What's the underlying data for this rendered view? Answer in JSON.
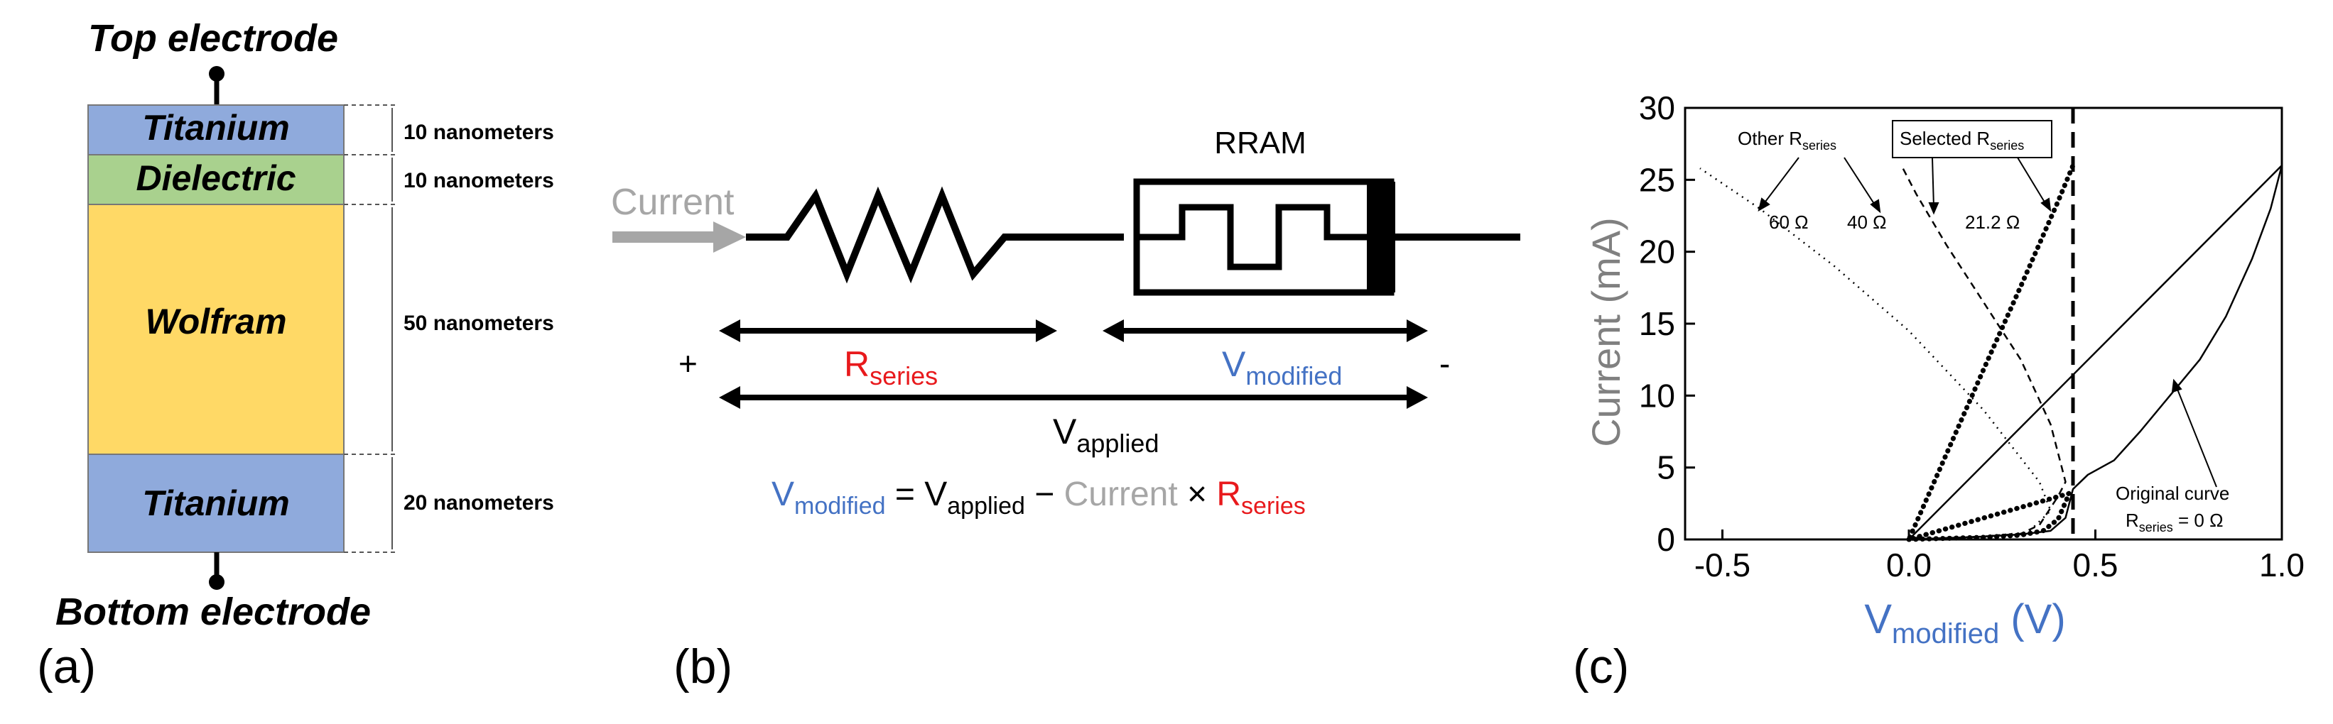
{
  "panel_a": {
    "top_label": "Top electrode",
    "bottom_label": "Bottom electrode",
    "panel_label": "(a)",
    "layers": [
      {
        "name": "Titanium",
        "thickness": "10 nanometers",
        "color": "#8faadc"
      },
      {
        "name": "Dielectric",
        "thickness": "10 nanometers",
        "color": "#a9d18e"
      },
      {
        "name": "Wolfram",
        "thickness": "50 nanometers",
        "color": "#ffd966"
      },
      {
        "name": "Titanium",
        "thickness": "20 nanometers",
        "color": "#8faadc"
      }
    ]
  },
  "panel_b": {
    "panel_label": "(b)",
    "current_label": "Current",
    "rram_label": "RRAM",
    "plus": "+",
    "minus": "-",
    "r_main": "R",
    "r_sub": "series",
    "vmod_main": "V",
    "vmod_sub": "modified",
    "vapp_main": "V",
    "vapp_sub": "applied",
    "eq": {
      "t1_main": "V",
      "t1_sub": "modified",
      "equals": " = ",
      "t2_main": "V",
      "t2_sub": "applied",
      "minus": " − ",
      "t3": "Current",
      "times": " × ",
      "t4_main": "R",
      "t4_sub": "series"
    },
    "colors": {
      "red": "#e8191c",
      "blue": "#4472c4",
      "gray": "#a6a6a6"
    }
  },
  "panel_c": {
    "panel_label": "(c)",
    "ylabel": "Current (mA)",
    "xlabel_main": "V",
    "xlabel_sub": "modified",
    "xlabel_unit": " (V)",
    "annotations": {
      "other_main": "Other R",
      "other_sub": "series",
      "selected_main": "Selected R",
      "selected_sub": "series",
      "r60": "60 Ω",
      "r40": "40 Ω",
      "r21": "21.2 Ω",
      "orig1": "Original curve",
      "orig2_main": "R",
      "orig2_sub": "series",
      "orig2_rest": " = 0 Ω"
    }
  },
  "chart_data": {
    "type": "line",
    "xlabel": "Vmodified (V)",
    "ylabel": "Current (mA)",
    "xlim": [
      -0.6,
      1.0
    ],
    "ylim": [
      0,
      30
    ],
    "xticks": [
      -0.5,
      0.0,
      0.5,
      1.0
    ],
    "xtick_labels": [
      "-0.5",
      "0.0",
      "0.5",
      "1.0"
    ],
    "yticks": [
      0,
      5,
      10,
      15,
      20,
      25,
      30
    ],
    "vline_x": 0.44,
    "series": [
      {
        "name": "Original curve Rseries = 0 Ω",
        "style": "solid",
        "points": [
          [
            0.0,
            0
          ],
          [
            0.2,
            0.2
          ],
          [
            0.3,
            0.35
          ],
          [
            0.38,
            0.6
          ],
          [
            0.42,
            1.5
          ],
          [
            0.44,
            3.5
          ],
          [
            0.48,
            4.5
          ],
          [
            0.55,
            5.5
          ],
          [
            0.62,
            7.5
          ],
          [
            0.7,
            10
          ],
          [
            0.78,
            12.5
          ],
          [
            0.85,
            15.5
          ],
          [
            0.92,
            19.5
          ],
          [
            0.97,
            23
          ],
          [
            1.0,
            26
          ]
        ]
      },
      {
        "name": "",
        "style": "solid",
        "points": [
          [
            0.0,
            0
          ],
          [
            1.0,
            26
          ]
        ]
      },
      {
        "name": "21.2 Ω",
        "style": "dotted-bold",
        "points": [
          [
            0.0,
            0
          ],
          [
            0.2,
            0.15
          ],
          [
            0.3,
            0.3
          ],
          [
            0.36,
            0.6
          ],
          [
            0.4,
            1.4
          ],
          [
            0.43,
            3.2
          ],
          [
            0.0,
            0
          ],
          [
            0.1,
            5.9
          ],
          [
            0.2,
            11.8
          ],
          [
            0.3,
            17.6
          ],
          [
            0.4,
            23.5
          ],
          [
            0.44,
            26
          ]
        ]
      },
      {
        "name": "40 Ω",
        "style": "dashed",
        "points": [
          [
            0.0,
            0
          ],
          [
            0.2,
            0.2
          ],
          [
            0.3,
            0.4
          ],
          [
            0.35,
            1
          ],
          [
            0.4,
            3
          ],
          [
            0.42,
            4
          ],
          [
            0.38,
            8
          ],
          [
            0.3,
            12.5
          ],
          [
            0.2,
            16.5
          ],
          [
            0.1,
            20.5
          ],
          [
            0.02,
            24
          ],
          [
            -0.02,
            26
          ]
        ]
      },
      {
        "name": "60 Ω",
        "style": "dotted",
        "points": [
          [
            0.0,
            0
          ],
          [
            0.2,
            0.2
          ],
          [
            0.32,
            0.5
          ],
          [
            0.38,
            2
          ],
          [
            0.35,
            4
          ],
          [
            0.2,
            9
          ],
          [
            0.0,
            14.5
          ],
          [
            -0.2,
            19
          ],
          [
            -0.4,
            23
          ],
          [
            -0.56,
            25.8
          ]
        ]
      }
    ]
  }
}
